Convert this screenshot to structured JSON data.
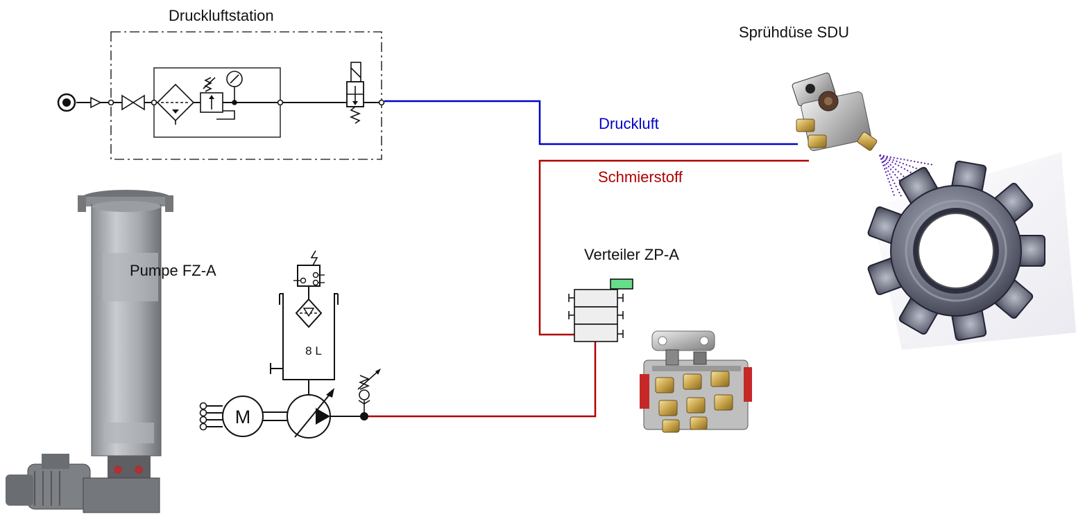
{
  "labels": {
    "compressed_air_station": "Druckluftstation",
    "spray_nozzle": "Sprühdüse SDU",
    "compressed_air": "Druckluft",
    "lubricant": "Schmierstoff",
    "distributor": "Verteiler ZP-A",
    "pump": "Pumpe FZ-A",
    "reservoir_volume": "8 L",
    "motor": "M"
  },
  "colors": {
    "air_line": "#0000cc",
    "lubricant_line": "#b00000",
    "symbol_stroke": "#111111",
    "distributor_indicator": "#66dd88"
  },
  "icons": [
    "air-source-icon",
    "check-valve-icon",
    "shutoff-valve-icon",
    "filter-icon",
    "pressure-regulator-icon",
    "pressure-gauge-icon",
    "solenoid-valve-icon",
    "motor-icon",
    "pump-icon",
    "reservoir-icon",
    "relief-valve-icon",
    "distributor-icon",
    "spray-nozzle-icon",
    "gear-icon"
  ]
}
